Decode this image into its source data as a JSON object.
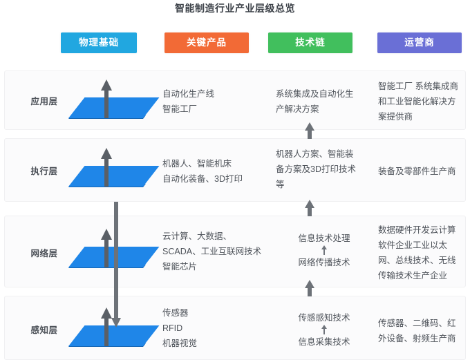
{
  "title": "智能制造行业产业层级总览",
  "columns": [
    {
      "label": "物理基础",
      "color": "#21a7e0"
    },
    {
      "label": "关键产品",
      "color": "#f26a36"
    },
    {
      "label": "技术链",
      "color": "#41bf5d"
    },
    {
      "label": "运营商",
      "color": "#6a6fd6"
    }
  ],
  "layers": [
    {
      "name": "应用层",
      "platter_color": "#1f86e8",
      "products": [
        "自动化生产线",
        "智能工厂"
      ],
      "tech": [
        "系统集成及自动化生",
        "产解决方案"
      ],
      "operators": [
        "智能工厂 系统集成商",
        "和工业智能化解决方",
        "案提供商"
      ]
    },
    {
      "name": "执行层",
      "platter_color": "#1f86e8",
      "products": [
        "机器人、智能机床",
        "自动化装备、3D打印"
      ],
      "tech": [
        "机器人方案、智能装",
        "备方案及3D打印技术",
        "等"
      ],
      "operators": [
        "装备及零部件生产商"
      ]
    },
    {
      "name": "网络层",
      "platter_color": "#1f86e8",
      "products": [
        "云计算、大数据、",
        "SCADA、工业互联网技术",
        "智能芯片"
      ],
      "tech_upper": "信息技术处理",
      "tech_lower": "网络传播技术",
      "operators": [
        "数据硬件开发云计算",
        "软件企业工业以太",
        "网、总线技术、无线",
        "传输技术生产企业"
      ]
    },
    {
      "name": "感知层",
      "platter_color": "#1f86e8",
      "products": [
        "传感器",
        "RFID",
        "机器视觉"
      ],
      "tech_upper": "传感感知技术",
      "tech_lower": "信息采集技术",
      "operators": [
        "传感器、二维码、红",
        "外设备、射频生产商"
      ]
    }
  ],
  "icons": {
    "platter_arrow": "arrow-up-icon",
    "connector_arrow": "arrow-up-icon",
    "long_arrow": "arrow-down-icon",
    "mini_arrow": "arrow-up-small-icon"
  }
}
